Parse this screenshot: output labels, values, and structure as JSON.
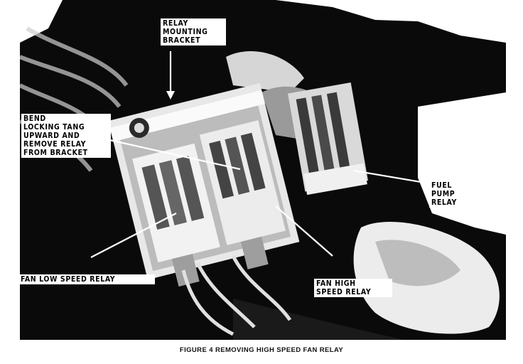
{
  "figure": {
    "labels": {
      "relay_mounting_bracket": "RELAY\nMOUNTING\nBRACKET",
      "bend_locking_tang": "BEND\nLOCKING TANG\nUPWARD AND\nREMOVE RELAY\nFROM BRACKET",
      "fuel_pump_relay": "FUEL\nPUMP\nRELAY",
      "fan_low_speed_relay": "FAN  LOW SPEED RELAY",
      "fan_high_speed_relay": "FAN  HIGH\nSPEED RELAY"
    },
    "caption": "FIGURE 4  REMOVING HIGH SPEED FAN RELAY"
  }
}
